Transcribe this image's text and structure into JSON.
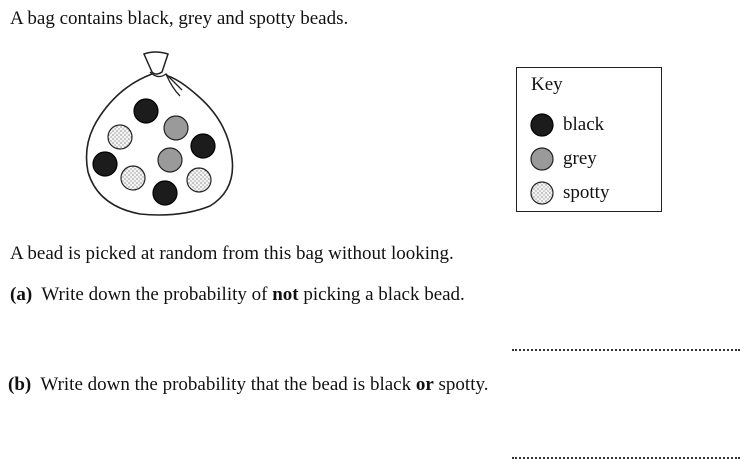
{
  "question": {
    "intro": "A bag contains black, grey and spotty beads.",
    "picked": "A bead is picked at random from this bag without looking.",
    "part_a": {
      "label": "(a)",
      "text_before": "Write down the probability of",
      "emphasis": "not",
      "text_after": "picking a black bead."
    },
    "part_b": {
      "label": "(b)",
      "text_before": "Write down the probability that the bead is black",
      "emphasis": "or",
      "text_after": "spotty."
    }
  },
  "key": {
    "title": "Key",
    "items": [
      {
        "label": "black",
        "color": "#1c1c1c"
      },
      {
        "label": "grey",
        "color": "#9a9a9a"
      },
      {
        "label": "spotty",
        "color": "#f2f2f2"
      }
    ]
  },
  "bag": {
    "counts": {
      "black": 4,
      "grey": 2,
      "spotty": 3
    }
  }
}
